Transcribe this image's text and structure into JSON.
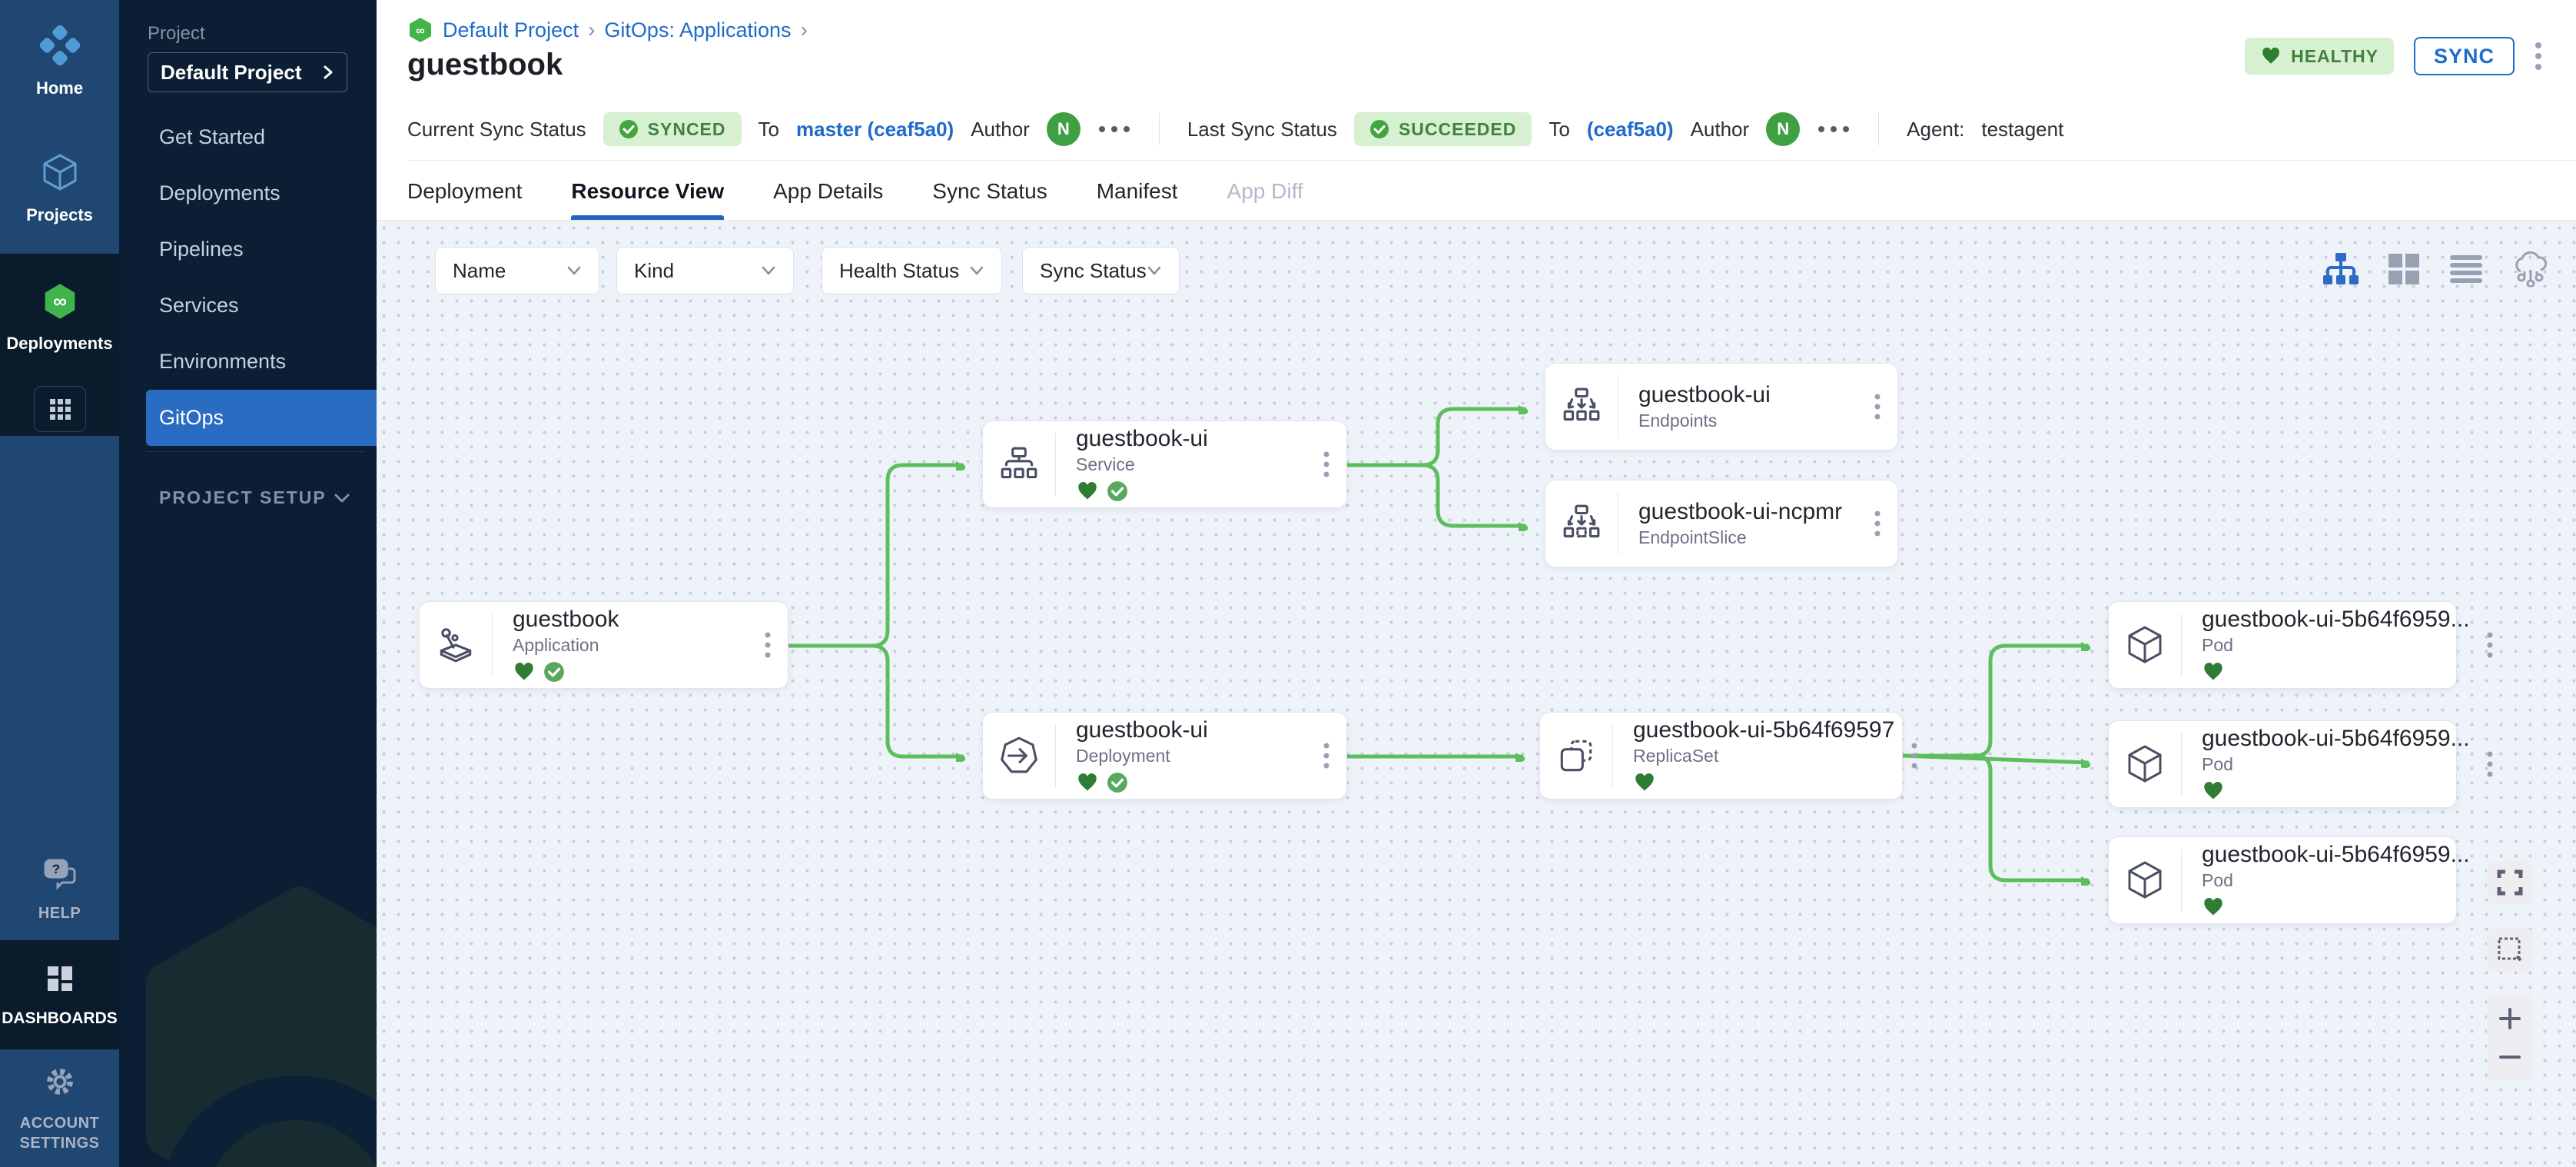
{
  "app": {
    "title": "guestbook"
  },
  "rail": {
    "home": "Home",
    "projects": "Projects",
    "deployments": "Deployments",
    "help": "HELP",
    "dashboards": "DASHBOARDS",
    "account_settings": "ACCOUNT SETTINGS"
  },
  "sidebar": {
    "project_label": "Project",
    "project_name": "Default Project",
    "items": [
      "Get Started",
      "Deployments",
      "Pipelines",
      "Services",
      "Environments",
      "GitOps"
    ],
    "project_setup": "PROJECT SETUP"
  },
  "breadcrumb": [
    "Default Project",
    "GitOps: Applications"
  ],
  "header": {
    "health_badge": "HEALTHY",
    "sync_button": "SYNC"
  },
  "status_bar": {
    "current_label": "Current Sync Status",
    "current_badge": "SYNCED",
    "to_label": "To",
    "current_target": "master (ceaf5a0)",
    "author_label": "Author",
    "author_initial": "N",
    "last_label": "Last Sync Status",
    "last_badge": "SUCCEEDED",
    "last_target": "(ceaf5a0)",
    "agent_label": "Agent:",
    "agent_value": "testagent"
  },
  "tabs": [
    "Deployment",
    "Resource View",
    "App Details",
    "Sync Status",
    "Manifest",
    "App Diff"
  ],
  "filters": [
    "Name",
    "Kind",
    "Health Status",
    "Sync Status"
  ],
  "nodes": [
    {
      "name": "guestbook",
      "kind": "Application",
      "health": "healthy",
      "sync": "synced"
    },
    {
      "name": "guestbook-ui",
      "kind": "Service",
      "health": "healthy",
      "sync": "synced"
    },
    {
      "name": "guestbook-ui",
      "kind": "Endpoints"
    },
    {
      "name": "guestbook-ui-ncpmr",
      "kind": "EndpointSlice"
    },
    {
      "name": "guestbook-ui",
      "kind": "Deployment",
      "health": "healthy",
      "sync": "synced"
    },
    {
      "name": "guestbook-ui-5b64f69597",
      "kind": "ReplicaSet",
      "health": "healthy"
    },
    {
      "name": "guestbook-ui-5b64f6959...",
      "kind": "Pod",
      "health": "healthy"
    },
    {
      "name": "guestbook-ui-5b64f6959...",
      "kind": "Pod",
      "health": "healthy"
    },
    {
      "name": "guestbook-ui-5b64f6959...",
      "kind": "Pod",
      "health": "healthy"
    }
  ],
  "icons": {
    "tree-view-icon": "org-chart shape",
    "grid-view-icon": "four squares",
    "list-view-icon": "stacked bars",
    "network-view-icon": "cloud cluster",
    "fit-view-icon": "corner brackets",
    "marquee-select-icon": "dashed square",
    "zoom-in-icon": "+",
    "zoom-out-icon": "−"
  },
  "colors": {
    "accent_blue": "#1f6bc9",
    "selected_blue": "#2b6cc3",
    "edge_green": "#5cbe5c",
    "badge_green_bg": "#d7f0d2",
    "badge_green_text": "#41813f",
    "heart_green": "#2e7d32",
    "check_green": "#5aa85f",
    "avatar_green": "#3fa043",
    "sidebar_navy": "#0c1e33",
    "rail_blue": "#204672"
  }
}
